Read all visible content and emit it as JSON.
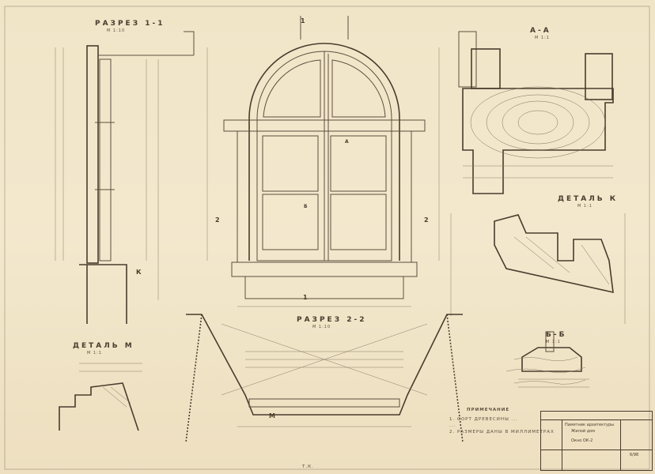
{
  "drawing": {
    "headings": {
      "section_1": "РАЗРЕЗ 1-1",
      "section_aa": "А-А",
      "detail_k": "ДЕТАЛЬ К",
      "section_2": "РАЗРЕЗ 2-2",
      "detail_m": "ДЕТАЛЬ М",
      "section_bb": "Б-Б"
    },
    "scales": {
      "section_1": "М 1:10",
      "section_aa": "М 1:1",
      "detail_k": "М 1:1",
      "section_2": "М 1:10",
      "detail_m": "М 1:1",
      "section_bb": "М 1:1"
    },
    "markers": {
      "cut_1_top": "1",
      "cut_1_bottom": "1",
      "cut_2_left": "2",
      "cut_2_right": "2",
      "callout_k": "К",
      "callout_m": "М",
      "callout_a": "А",
      "callout_b": "Б"
    },
    "notes": {
      "title": "ПРИМЕЧАНИЕ",
      "lines": [
        "1. СОРТ ДРЕВЕСИНЫ ...",
        "   ...",
        "2. РАЗМЕРЫ ДАНЫ В МИЛЛИМЕТРАХ"
      ]
    },
    "title_block": {
      "line1": "Памятник архитектуры",
      "line2": "Жилой дом",
      "line3": "Окно ОК-2",
      "sheet": "6/98"
    },
    "corner_mark": "Т.К."
  }
}
